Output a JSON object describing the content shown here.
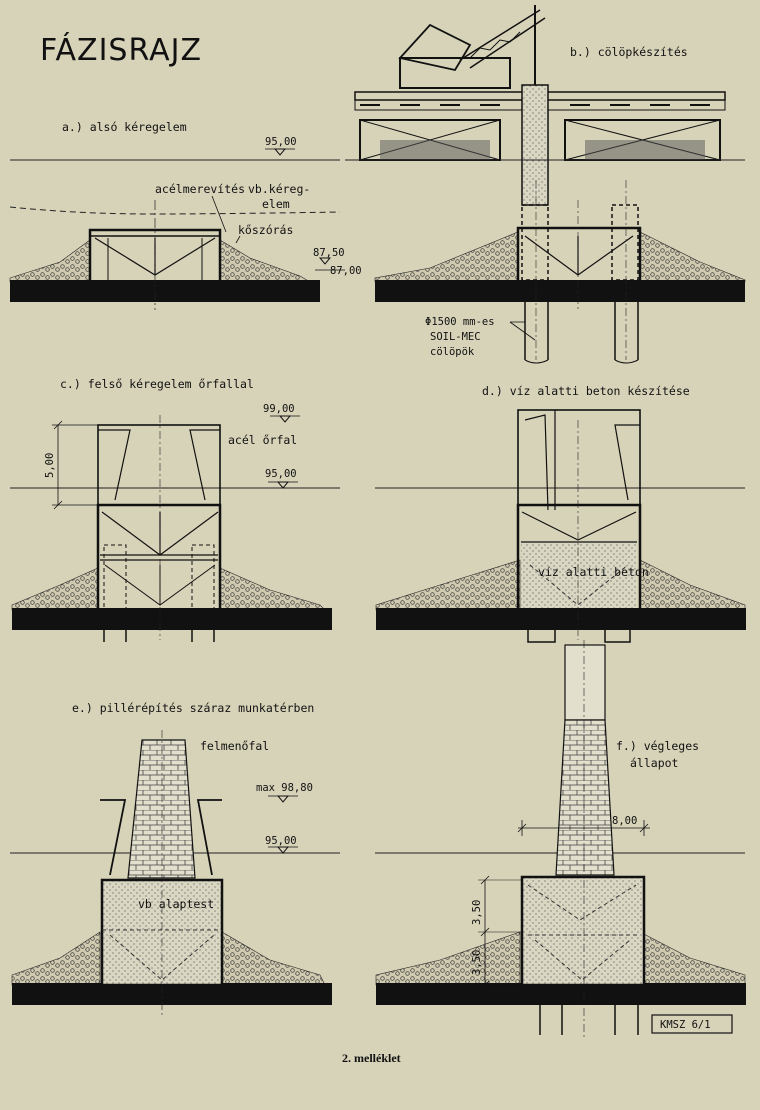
{
  "title": "FÁZISRAJZ",
  "phases": {
    "a": "a.) alsó kéregelem",
    "b": "b.) cölöpkészítés",
    "c": "c.) felső kéregelem őrfallal",
    "d": "d.) víz alatti beton készítése",
    "e": "e.) pillérépítés száraz munkatérben",
    "f": "f.) végleges",
    "f2": "állapot"
  },
  "labels": {
    "stiffening": "acélmerevítés",
    "crust": "vb.kéreg-",
    "crust2": "elem",
    "riprap": "kőszórás",
    "pile_diam": "Φ1500 mm-es",
    "pile_type": "SOIL-MEC",
    "piles": "cölöpök",
    "steel_wall": "acél őrfal",
    "uw_concrete": "víz alatti beton",
    "rising_wall": "felmenőfal",
    "foundation": "vb alaptest"
  },
  "levels": {
    "l9500": "95,00",
    "l8750": "87,50",
    "l8700": "87,00",
    "l9900": "99,00",
    "lmax": "max 98,80",
    "d500": "5,00",
    "d800": "8,00",
    "d350a": "3,50",
    "d350b": "3,50"
  },
  "stamp": "KMSZ 6/1",
  "footer": "2. melléklet"
}
